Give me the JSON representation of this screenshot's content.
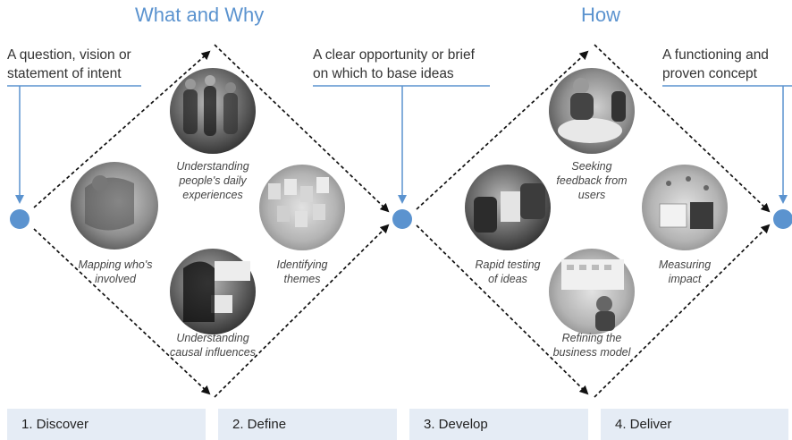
{
  "headings": {
    "what_and_why": "What and Why",
    "how": "How"
  },
  "intents": {
    "start": [
      "A question, vision or",
      "statement of intent"
    ],
    "middle": [
      "A clear opportunity or brief",
      "on which to base ideas"
    ],
    "end": [
      "A functioning and",
      "proven concept"
    ]
  },
  "activities": {
    "daily_experiences": [
      "Understanding",
      "people's daily",
      "experiences"
    ],
    "mapping": [
      "Mapping who's",
      "involved"
    ],
    "themes": [
      "Identifying",
      "themes"
    ],
    "causal": [
      "Understanding",
      "causal influences"
    ],
    "feedback": [
      "Seeking",
      "feedback from",
      "users"
    ],
    "rapid_testing": [
      "Rapid testing",
      "of ideas"
    ],
    "measuring": [
      "Measuring",
      "impact"
    ],
    "business_model": [
      "Refining the",
      "business model"
    ]
  },
  "stages": [
    "1. Discover",
    "2. Define",
    "3. Develop",
    "4. Deliver"
  ],
  "colors": {
    "accent": "#5b93cf",
    "node": "#5b93cf",
    "stage_bar": "#e5ecf5",
    "dashed_line": "#111111"
  }
}
